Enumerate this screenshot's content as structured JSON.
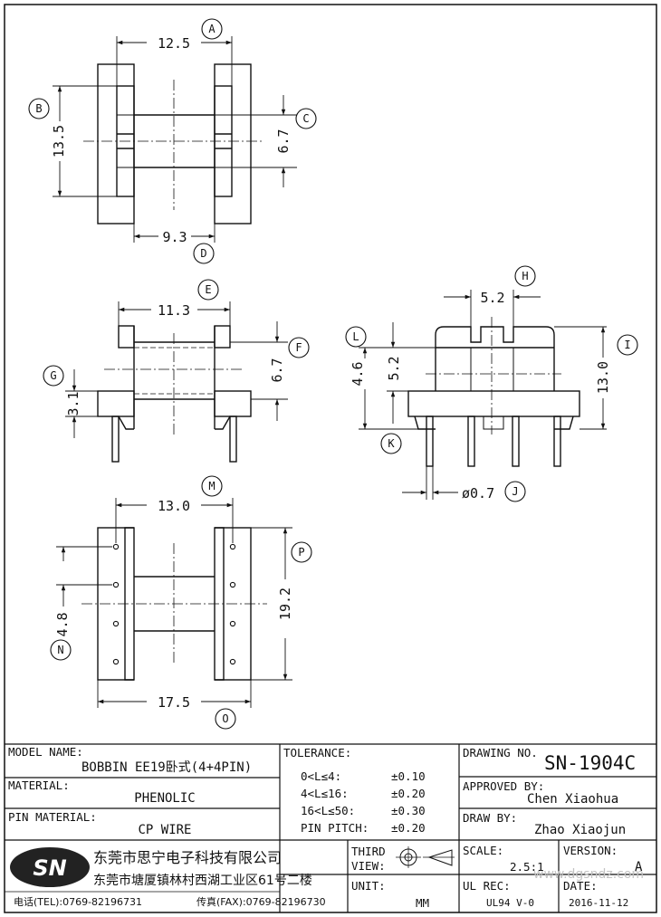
{
  "dims": {
    "d_a": "12.5",
    "d_b": "13.5",
    "d_c": "6.7",
    "d_d": "9.3",
    "d_e": "11.3",
    "d_f": "6.7",
    "d_g": "3.1",
    "d_h": "5.2",
    "d_l1": "4.6",
    "d_l2": "5.2",
    "d_i": "13.0",
    "d_j": "ø0.7",
    "d_m": "13.0",
    "d_n": "4.8",
    "d_p": "19.2",
    "d_o": "17.5"
  },
  "balloons": {
    "A": "A",
    "B": "B",
    "C": "C",
    "D": "D",
    "E": "E",
    "F": "F",
    "G": "G",
    "H": "H",
    "I": "I",
    "J": "J",
    "K": "K",
    "L": "L",
    "M": "M",
    "N": "N",
    "O": "O",
    "P": "P"
  },
  "title_block": {
    "model_name_label": "MODEL NAME:",
    "model_name_value": "BOBBIN EE19卧式(4+4PIN)",
    "material_label": "MATERIAL:",
    "material_value": "PHENOLIC",
    "pin_material_label": "PIN MATERIAL:",
    "pin_material_value": "CP WIRE",
    "tolerance_label": "TOLERANCE:",
    "tol_1_range": "0<L≤4:",
    "tol_1_value": "±0.10",
    "tol_2_range": "4<L≤16:",
    "tol_2_value": "±0.20",
    "tol_3_range": "16<L≤50:",
    "tol_3_value": "±0.30",
    "tol_4_range": "PIN PITCH:",
    "tol_4_value": "±0.20",
    "drawing_no_label": "DRAWING NO.",
    "drawing_no_value": "SN-1904C",
    "approved_by_label": "APPROVED BY:",
    "approved_by_value": "Chen Xiaohua",
    "draw_by_label": "DRAW BY:",
    "draw_by_value": "Zhao Xiaojun",
    "logo_text": "SN",
    "company_name": "东莞市思宁电子科技有限公司",
    "company_address": "东莞市塘厦镇林村西湖工业区61号二楼",
    "tel": "电话(TEL):0769-82196731",
    "fax": "传真(FAX):0769-82196730",
    "third_view_label_1": "THIRD",
    "third_view_label_2": "VIEW:",
    "unit_label": "UNIT:",
    "unit_value": "MM",
    "scale_label": "SCALE:",
    "scale_value": "2.5:1",
    "version_label": "VERSION:",
    "version_value": "A",
    "ul_rec_label": "UL REC:",
    "ul_rec_value": "UL94 V-0",
    "date_label": "DATE:",
    "date_value": "2016-11-12",
    "watermark": "www.dgsndz.com"
  }
}
